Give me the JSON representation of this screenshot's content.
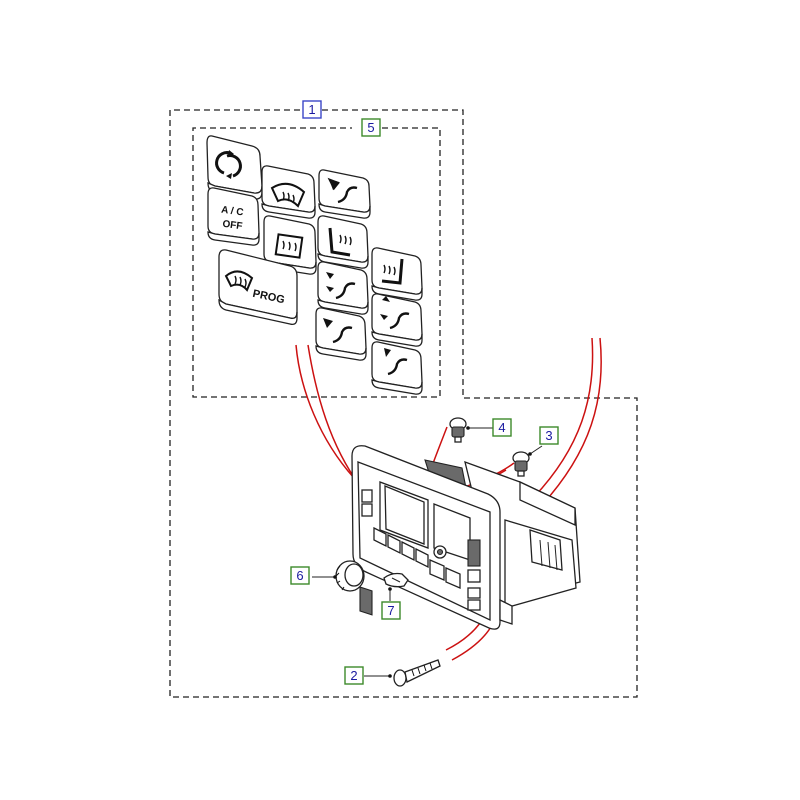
{
  "callouts": [
    {
      "num": "1",
      "box_color": "#3b46c8"
    },
    {
      "num": "5",
      "box_color": "#3d8a2a"
    },
    {
      "num": "4",
      "box_color": "#3d8a2a"
    },
    {
      "num": "3",
      "box_color": "#3d8a2a"
    },
    {
      "num": "6",
      "box_color": "#3d8a2a"
    },
    {
      "num": "7",
      "box_color": "#3d8a2a"
    },
    {
      "num": "2",
      "box_color": "#3d8a2a"
    }
  ],
  "keys": {
    "ac_off_line1": "A / C",
    "ac_off_line2": "OFF",
    "prog": "PROG"
  },
  "colors": {
    "connector_lines": "#cc1111",
    "outline": "#222222"
  }
}
